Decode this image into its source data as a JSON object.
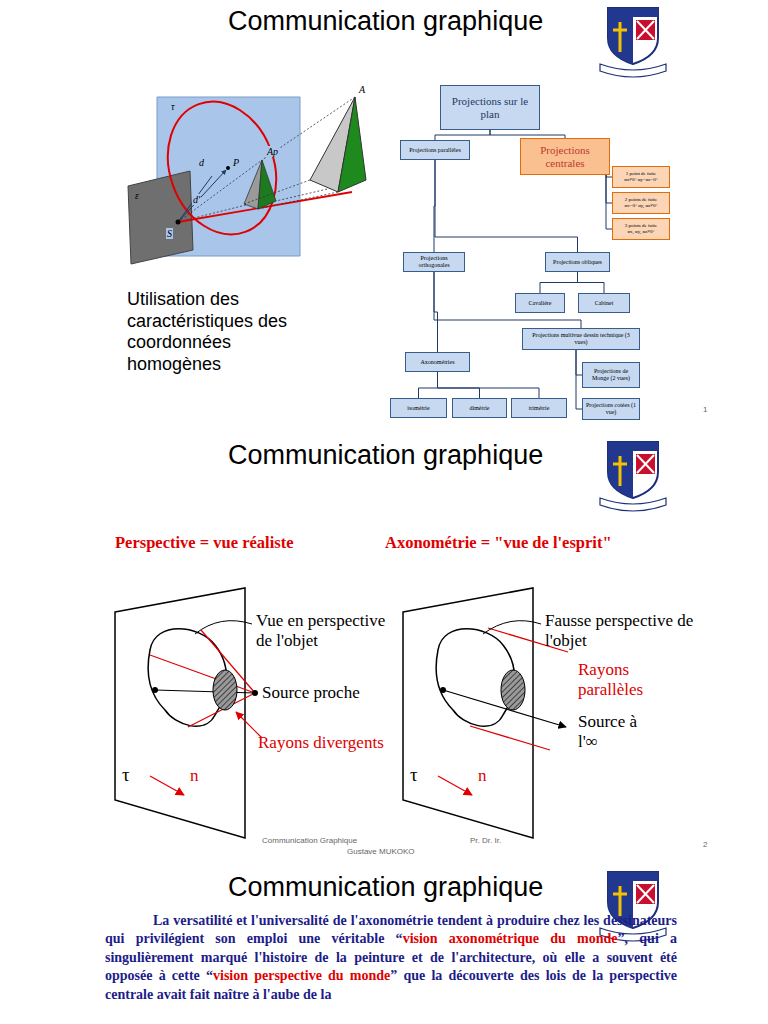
{
  "diagram": {
    "title": "Communication graphique",
    "nodes": [
      {
        "text": [
          "Projections sur le plan"
        ]
      },
      {
        "text": [
          "Projections parallèles"
        ]
      },
      {
        "text": [
          "Projections centrales"
        ]
      },
      {
        "text": [
          "1 point de fuite",
          "αx≠0° αy=αz=0°"
        ]
      },
      {
        "text": [
          "2 points de fuite",
          "αx=0° αy, αz≠0°"
        ]
      },
      {
        "text": [
          "3 points de fuite",
          "αx, αy, αz≠0°"
        ]
      },
      {
        "text": [
          "Projections orthogonales"
        ]
      },
      {
        "text": [
          "Projections obliques"
        ]
      },
      {
        "text": [
          "Cavalière"
        ]
      },
      {
        "text": [
          "Cabinet"
        ]
      },
      {
        "text": [
          "Projections multivue dessin technique (3 vues)"
        ]
      },
      {
        "text": [
          "Axonométries"
        ]
      },
      {
        "text": [
          "Projections de Monge (2 vues)"
        ]
      },
      {
        "text": [
          "isométrie"
        ]
      },
      {
        "text": [
          "dimétrie"
        ]
      },
      {
        "text": [
          "trimétrie"
        ]
      },
      {
        "text": [
          "Projections cotées (1 vue)"
        ]
      }
    ],
    "edges": [
      {
        "from": 0,
        "to": 1,
        "arrow": "none"
      },
      {
        "from": 0,
        "to": 2,
        "arrow": "none"
      },
      {
        "from": 2,
        "to": 3,
        "arrow": "none"
      },
      {
        "from": 2,
        "to": 4,
        "arrow": "none"
      },
      {
        "from": 2,
        "to": 5,
        "arrow": "none"
      },
      {
        "from": 1,
        "to": 6,
        "arrow": "none"
      },
      {
        "from": 1,
        "to": 7,
        "arrow": "none"
      },
      {
        "from": 7,
        "to": 8,
        "arrow": "none"
      },
      {
        "from": 7,
        "to": 9,
        "arrow": "none"
      },
      {
        "from": 6,
        "to": 11,
        "arrow": "none"
      },
      {
        "from": 6,
        "to": 10,
        "arrow": "none"
      },
      {
        "from": 10,
        "to": 12,
        "arrow": "none"
      },
      {
        "from": 10,
        "to": 16,
        "arrow": "none"
      },
      {
        "from": 11,
        "to": 13,
        "arrow": "none"
      },
      {
        "from": 11,
        "to": 14,
        "arrow": "none"
      },
      {
        "from": 11,
        "to": 15,
        "arrow": "none"
      }
    ],
    "labels": [
      "τ",
      "ε",
      "d",
      "P",
      "d'",
      "A",
      "Ap",
      "S",
      "Utilisation des caractéristiques des coordonnées homogènes",
      "1",
      "Communication graphique",
      "Perspective = vue réaliste",
      "Axonométrie = \"vue de l'esprit\"",
      "Vue en perspective de l'objet",
      "Source proche",
      "Rayons divergents",
      "τ",
      "n",
      "Fausse perspective de l'objet",
      "Rayons parallèles",
      "Source à l'∞",
      "τ",
      "n",
      "Communication Graphique",
      "Pr. Dr. Ir.",
      "Gustave MUKOKO",
      "2",
      "Communication graphique",
      "La versatilité et l'universalité de l'axonométrie tendent à produire chez les dessinateurs qui privilégient son emploi une véritable “",
      "vision axonométrique du monde",
      "”, qui a singulièrement marqué l'histoire de la peinture et de l'architecture, où elle a souvent été opposée à cette “",
      "vision perspective du monde",
      "” que la découverte des lois de la perspective centrale avait fait naître à l'aube de la"
    ]
  }
}
